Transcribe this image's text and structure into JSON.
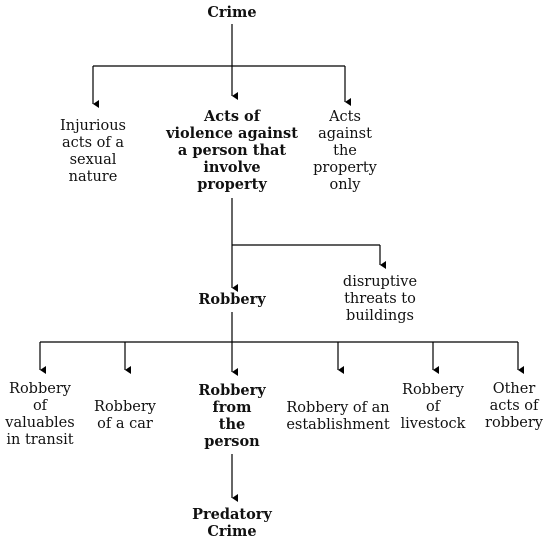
{
  "nodes": {
    "crime": "Crime",
    "injurious": "Injurious\nacts of a\nsexual\nnature",
    "violence": "Acts of\nviolence against\na person that\ninvolve\nproperty",
    "property_only": "Acts\nagainst\nthe\nproperty\nonly",
    "robbery": "Robbery",
    "disruptive": "disruptive\nthreats to\nbuildings",
    "valuables": "Robbery\nof\nvaluables\nin transit",
    "car": "Robbery\nof a car",
    "person": "Robbery\nfrom\nthe\nperson",
    "establishment": "Robbery of an\nestablishment",
    "livestock": "Robbery\nof\nlivestock",
    "other": "Other\nacts of\nrobbery",
    "predatory": "Predatory\nCrime"
  },
  "colors": {
    "line": "#000000",
    "text": "#111111"
  }
}
